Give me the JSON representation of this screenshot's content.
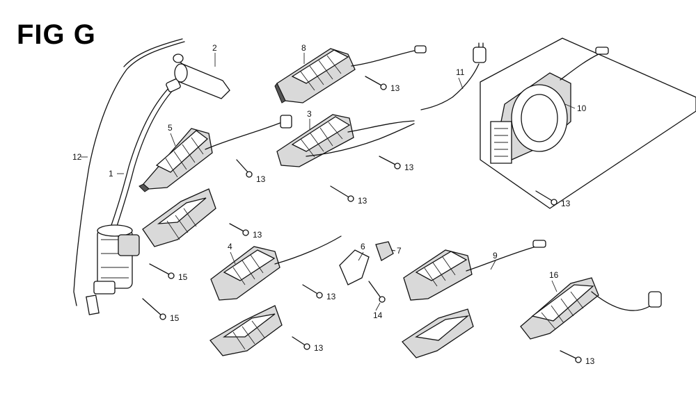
{
  "figure": {
    "title": "FIG G"
  },
  "parts": [
    {
      "id": "p1",
      "num": "1"
    },
    {
      "id": "p2",
      "num": "2"
    },
    {
      "id": "p3",
      "num": "3"
    },
    {
      "id": "p4",
      "num": "4"
    },
    {
      "id": "p5",
      "num": "5"
    },
    {
      "id": "p6",
      "num": "6"
    },
    {
      "id": "p7",
      "num": "7"
    },
    {
      "id": "p8",
      "num": "8"
    },
    {
      "id": "p9",
      "num": "9"
    },
    {
      "id": "p10",
      "num": "10"
    },
    {
      "id": "p11",
      "num": "11"
    },
    {
      "id": "p12",
      "num": "12"
    },
    {
      "id": "p14",
      "num": "14"
    },
    {
      "id": "p16",
      "num": "16"
    }
  ],
  "bolt_labels": [
    {
      "id": "b8",
      "num": "13"
    },
    {
      "id": "b5",
      "num": "13"
    },
    {
      "id": "b3a",
      "num": "13"
    },
    {
      "id": "b3b",
      "num": "13"
    },
    {
      "id": "b10",
      "num": "13"
    },
    {
      "id": "b5b",
      "num": "13"
    },
    {
      "id": "b4",
      "num": "13"
    },
    {
      "id": "b4b",
      "num": "13"
    },
    {
      "id": "b16",
      "num": "13"
    },
    {
      "id": "b15a",
      "num": "15"
    },
    {
      "id": "b15b",
      "num": "15"
    }
  ]
}
